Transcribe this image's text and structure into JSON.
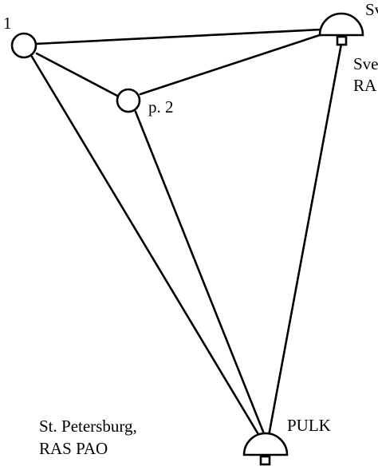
{
  "diagram": {
    "points": {
      "p1": {
        "label": "1"
      },
      "p2": {
        "label": "p. 2"
      },
      "sv_station": {
        "label_top": "Sv",
        "label_line1": "Sve",
        "label_line2": "RA"
      },
      "pulk": {
        "label": "PULK"
      }
    },
    "location": {
      "line1": "St. Petersburg,",
      "line2": "RAS PAO"
    },
    "colors": {
      "ink": "#000000",
      "background": "#ffffff"
    }
  }
}
